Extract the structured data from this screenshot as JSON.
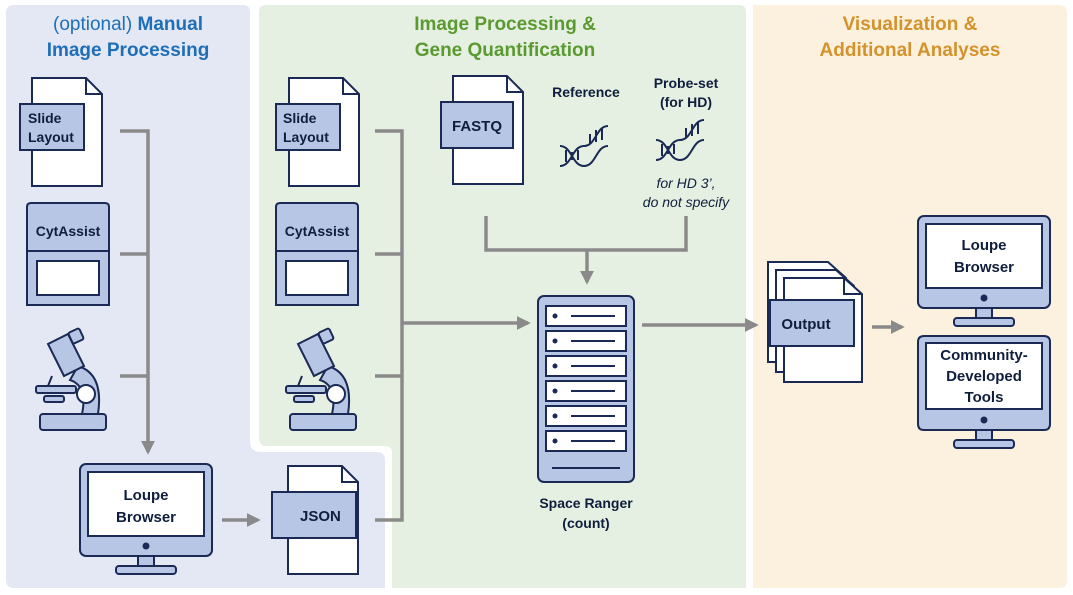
{
  "colors": {
    "left_panel": "#e3e8f4",
    "middle_panel": "#e6f0e2",
    "right_panel": "#fcf1df",
    "left_title": "#1f6fb8",
    "middle_title": "#5a9a30",
    "right_title": "#d4922a",
    "device_fill": "#b8c6e6",
    "outline": "#1a2a55",
    "arrow": "#8a8a8a"
  },
  "panels": {
    "left": {
      "title_prefix": "(optional) ",
      "title_line1_bold": "Manual",
      "title_line2": "Image Processing"
    },
    "middle": {
      "title_line1": "Image Processing &",
      "title_line2": "Gene Quantification"
    },
    "right": {
      "title_line1": "Visualization &",
      "title_line2": "Additional Analyses"
    }
  },
  "left_inputs": {
    "slide_layout": {
      "line1": "Slide",
      "line2": "Layout"
    },
    "cytassist": "CytAssist",
    "microscope_icon": "microscope-icon"
  },
  "middle_inputs": {
    "slide_layout": {
      "line1": "Slide",
      "line2": "Layout"
    },
    "cytassist": "CytAssist",
    "microscope_icon": "microscope-icon",
    "fastq": "FASTQ",
    "reference": "Reference",
    "probe_set": {
      "line1": "Probe-set",
      "line2": "(for HD)"
    },
    "probe_note": {
      "line1": "for HD 3’,",
      "line2": "do not specify"
    },
    "dna_icon": "dna-helix-icon"
  },
  "loupe_left": {
    "line1": "Loupe",
    "line2": "Browser"
  },
  "json_file": "JSON",
  "space_ranger": {
    "line1": "Space Ranger",
    "line2": "(count)",
    "icon": "server-icon"
  },
  "output": "Output",
  "loupe_right": {
    "line1": "Loupe",
    "line2": "Browser"
  },
  "community_tools": {
    "line1": "Community-",
    "line2": "Developed",
    "line3": "Tools"
  }
}
